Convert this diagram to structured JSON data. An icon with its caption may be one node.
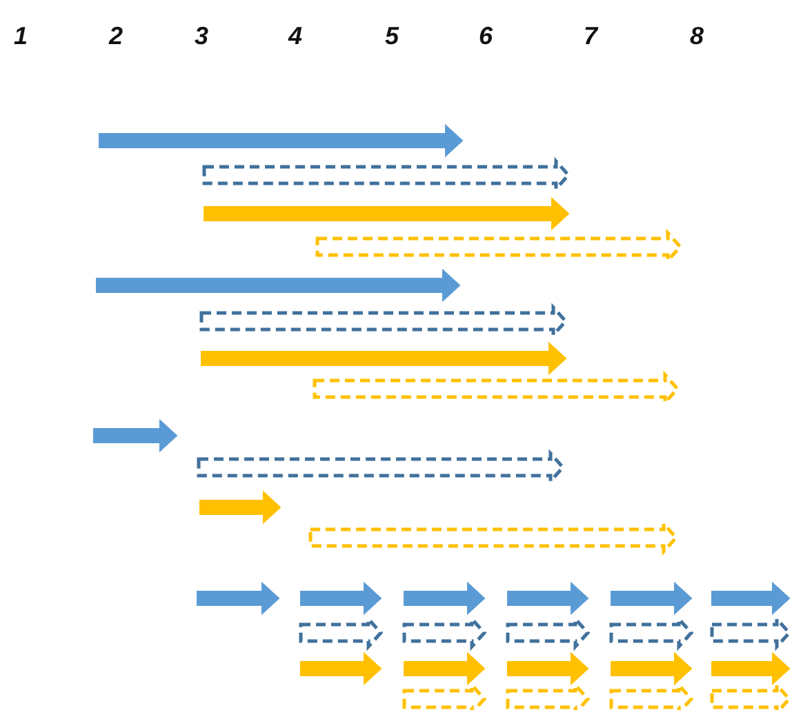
{
  "diagram": {
    "labels": [
      "1",
      "2",
      "3",
      "4",
      "5",
      "6",
      "7",
      "8"
    ]
  }
}
